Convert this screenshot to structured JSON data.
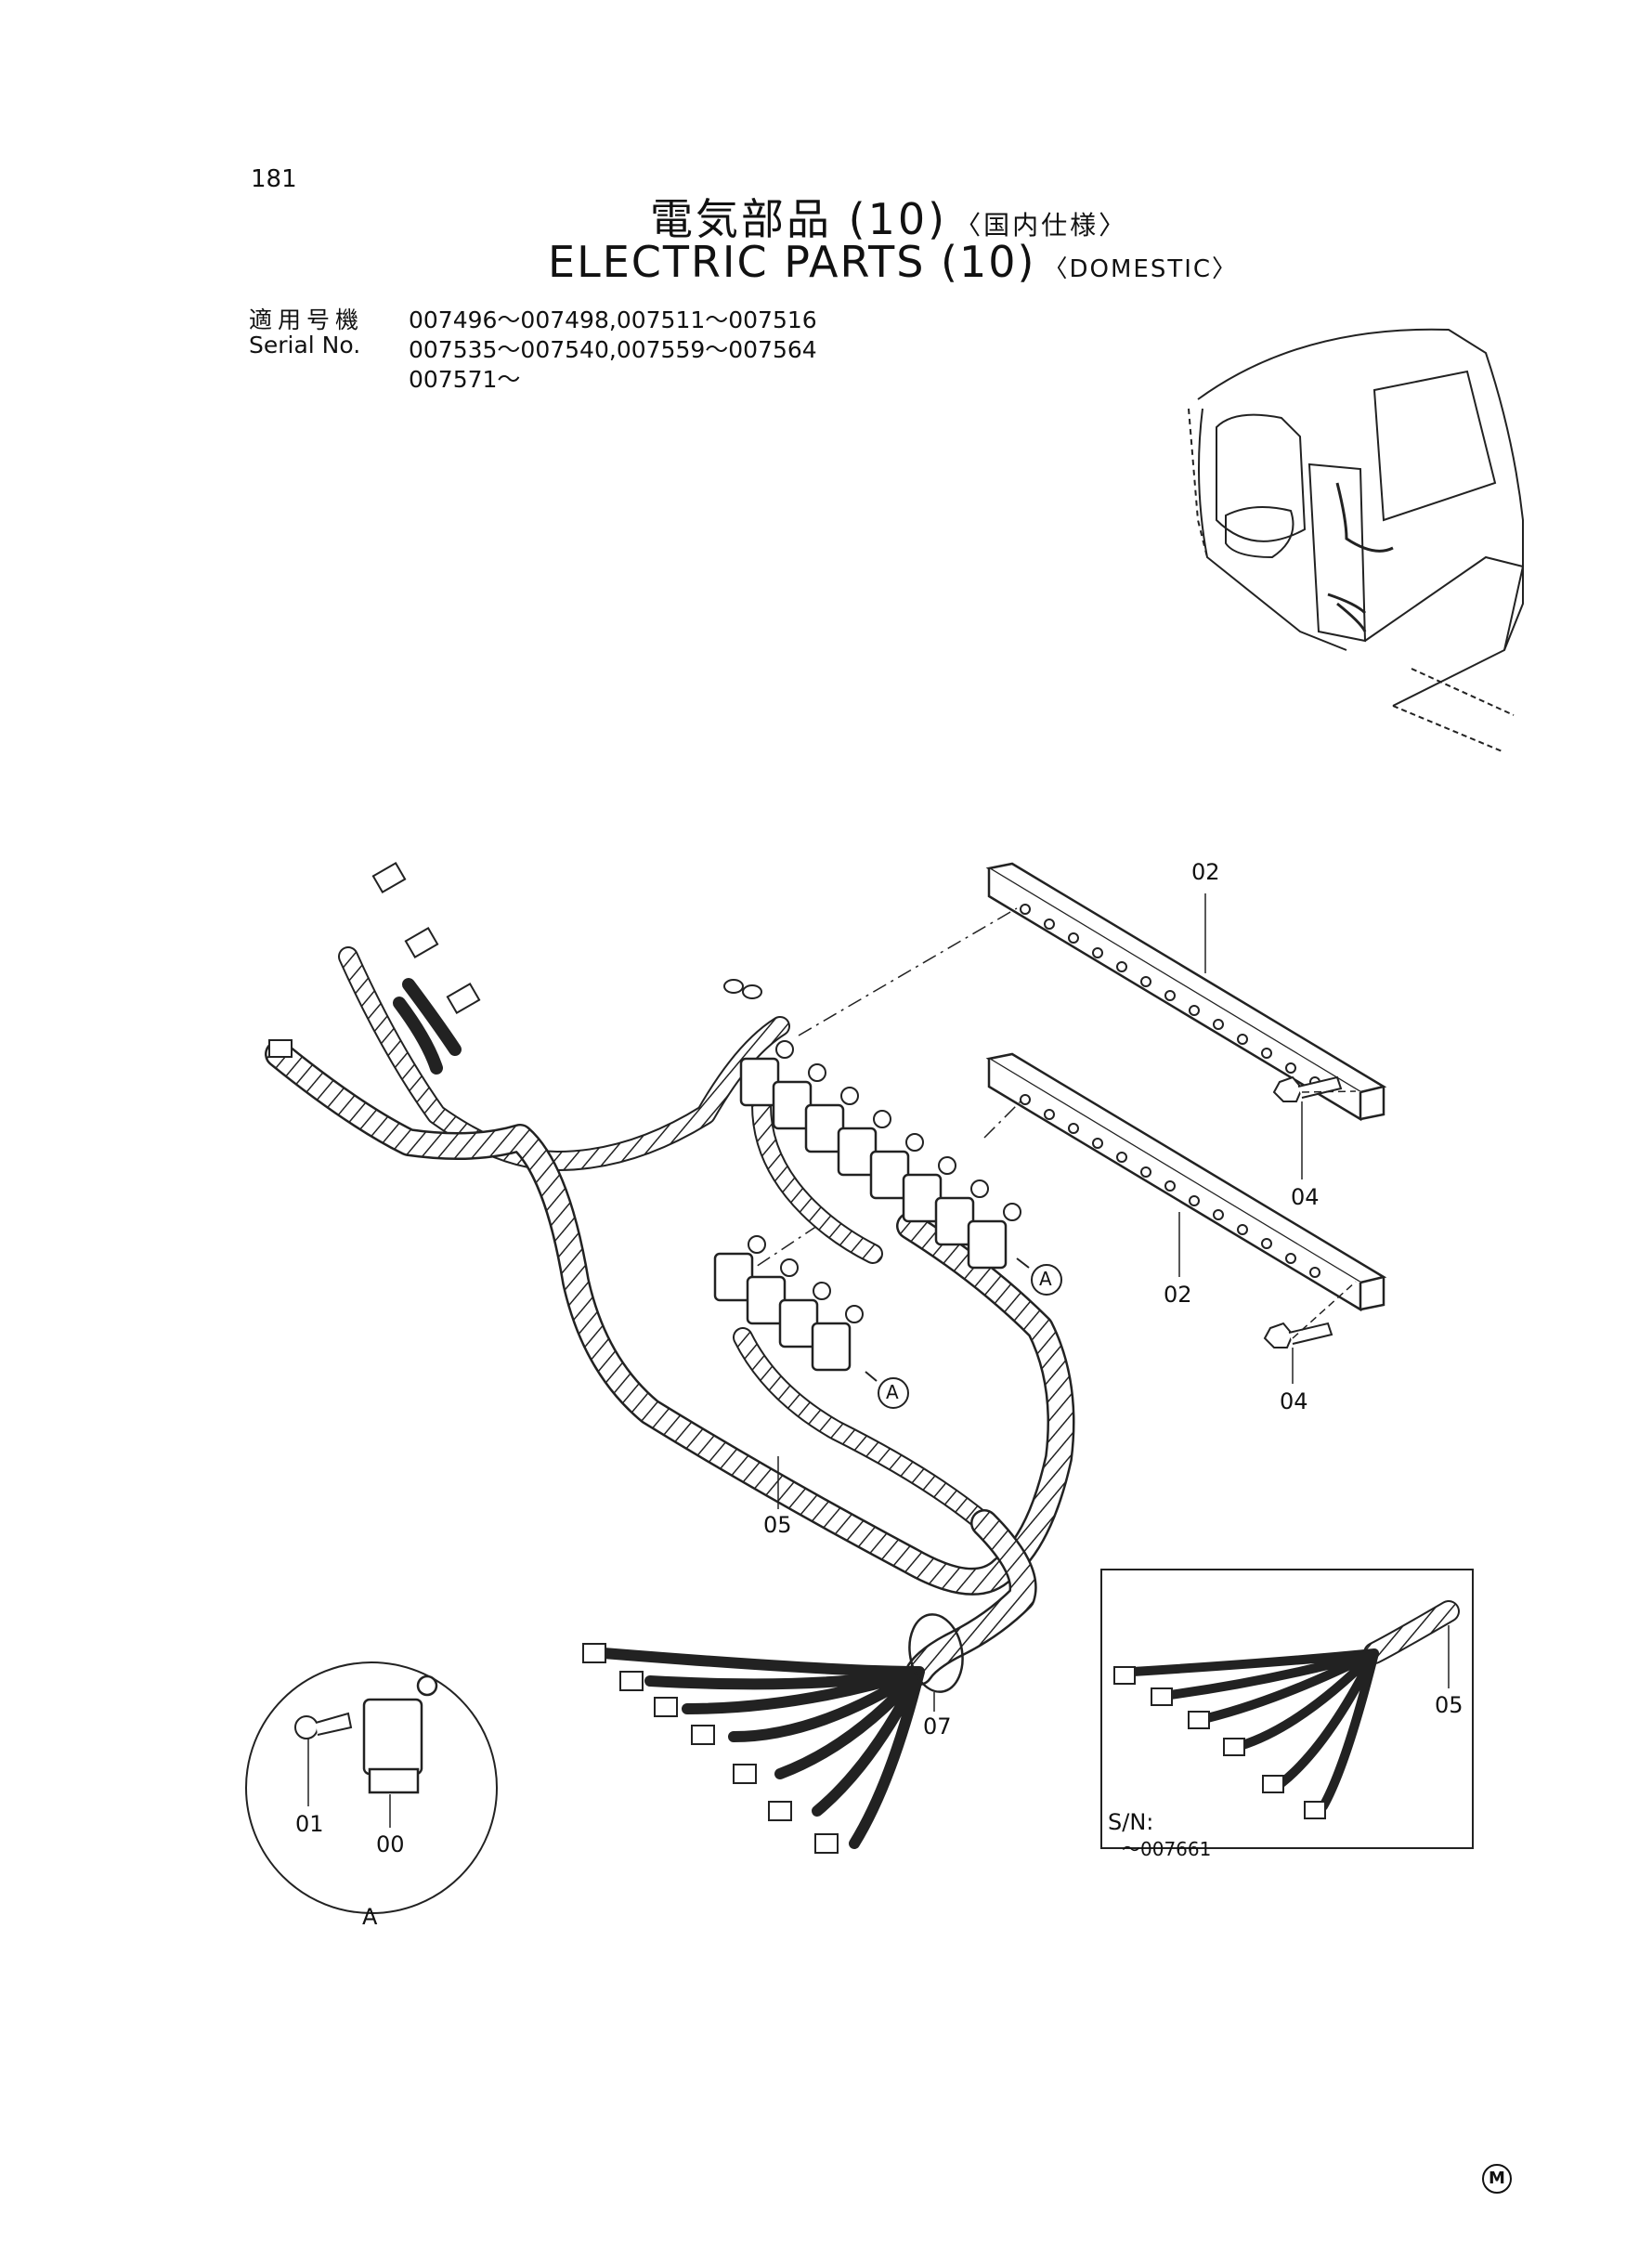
{
  "page_number": "181",
  "title_ja": "電気部品 (10)",
  "title_ja_tag": "〈国内仕様〉",
  "title_en": "ELECTRIC PARTS (10)",
  "title_en_tag": "〈DOMESTIC〉",
  "serial": {
    "label_ja": "適用号機",
    "label_en": "Serial No.",
    "lines": [
      "007496～007498,007511～007516",
      "007535～007540,007559～007564",
      "007571～"
    ]
  },
  "callouts": {
    "c02_top": "02",
    "c02_bottom": "02",
    "c04_top": "04",
    "c04_bottom": "04",
    "c05_main": "05",
    "c05_inset": "05",
    "c07": "07",
    "c01": "01",
    "c00": "00",
    "detail_a": "A",
    "ref_a1": "A",
    "ref_a2": "A"
  },
  "inset": {
    "sn_label": "S/N:",
    "sn_value": "～007661"
  },
  "footer_mark": "M"
}
